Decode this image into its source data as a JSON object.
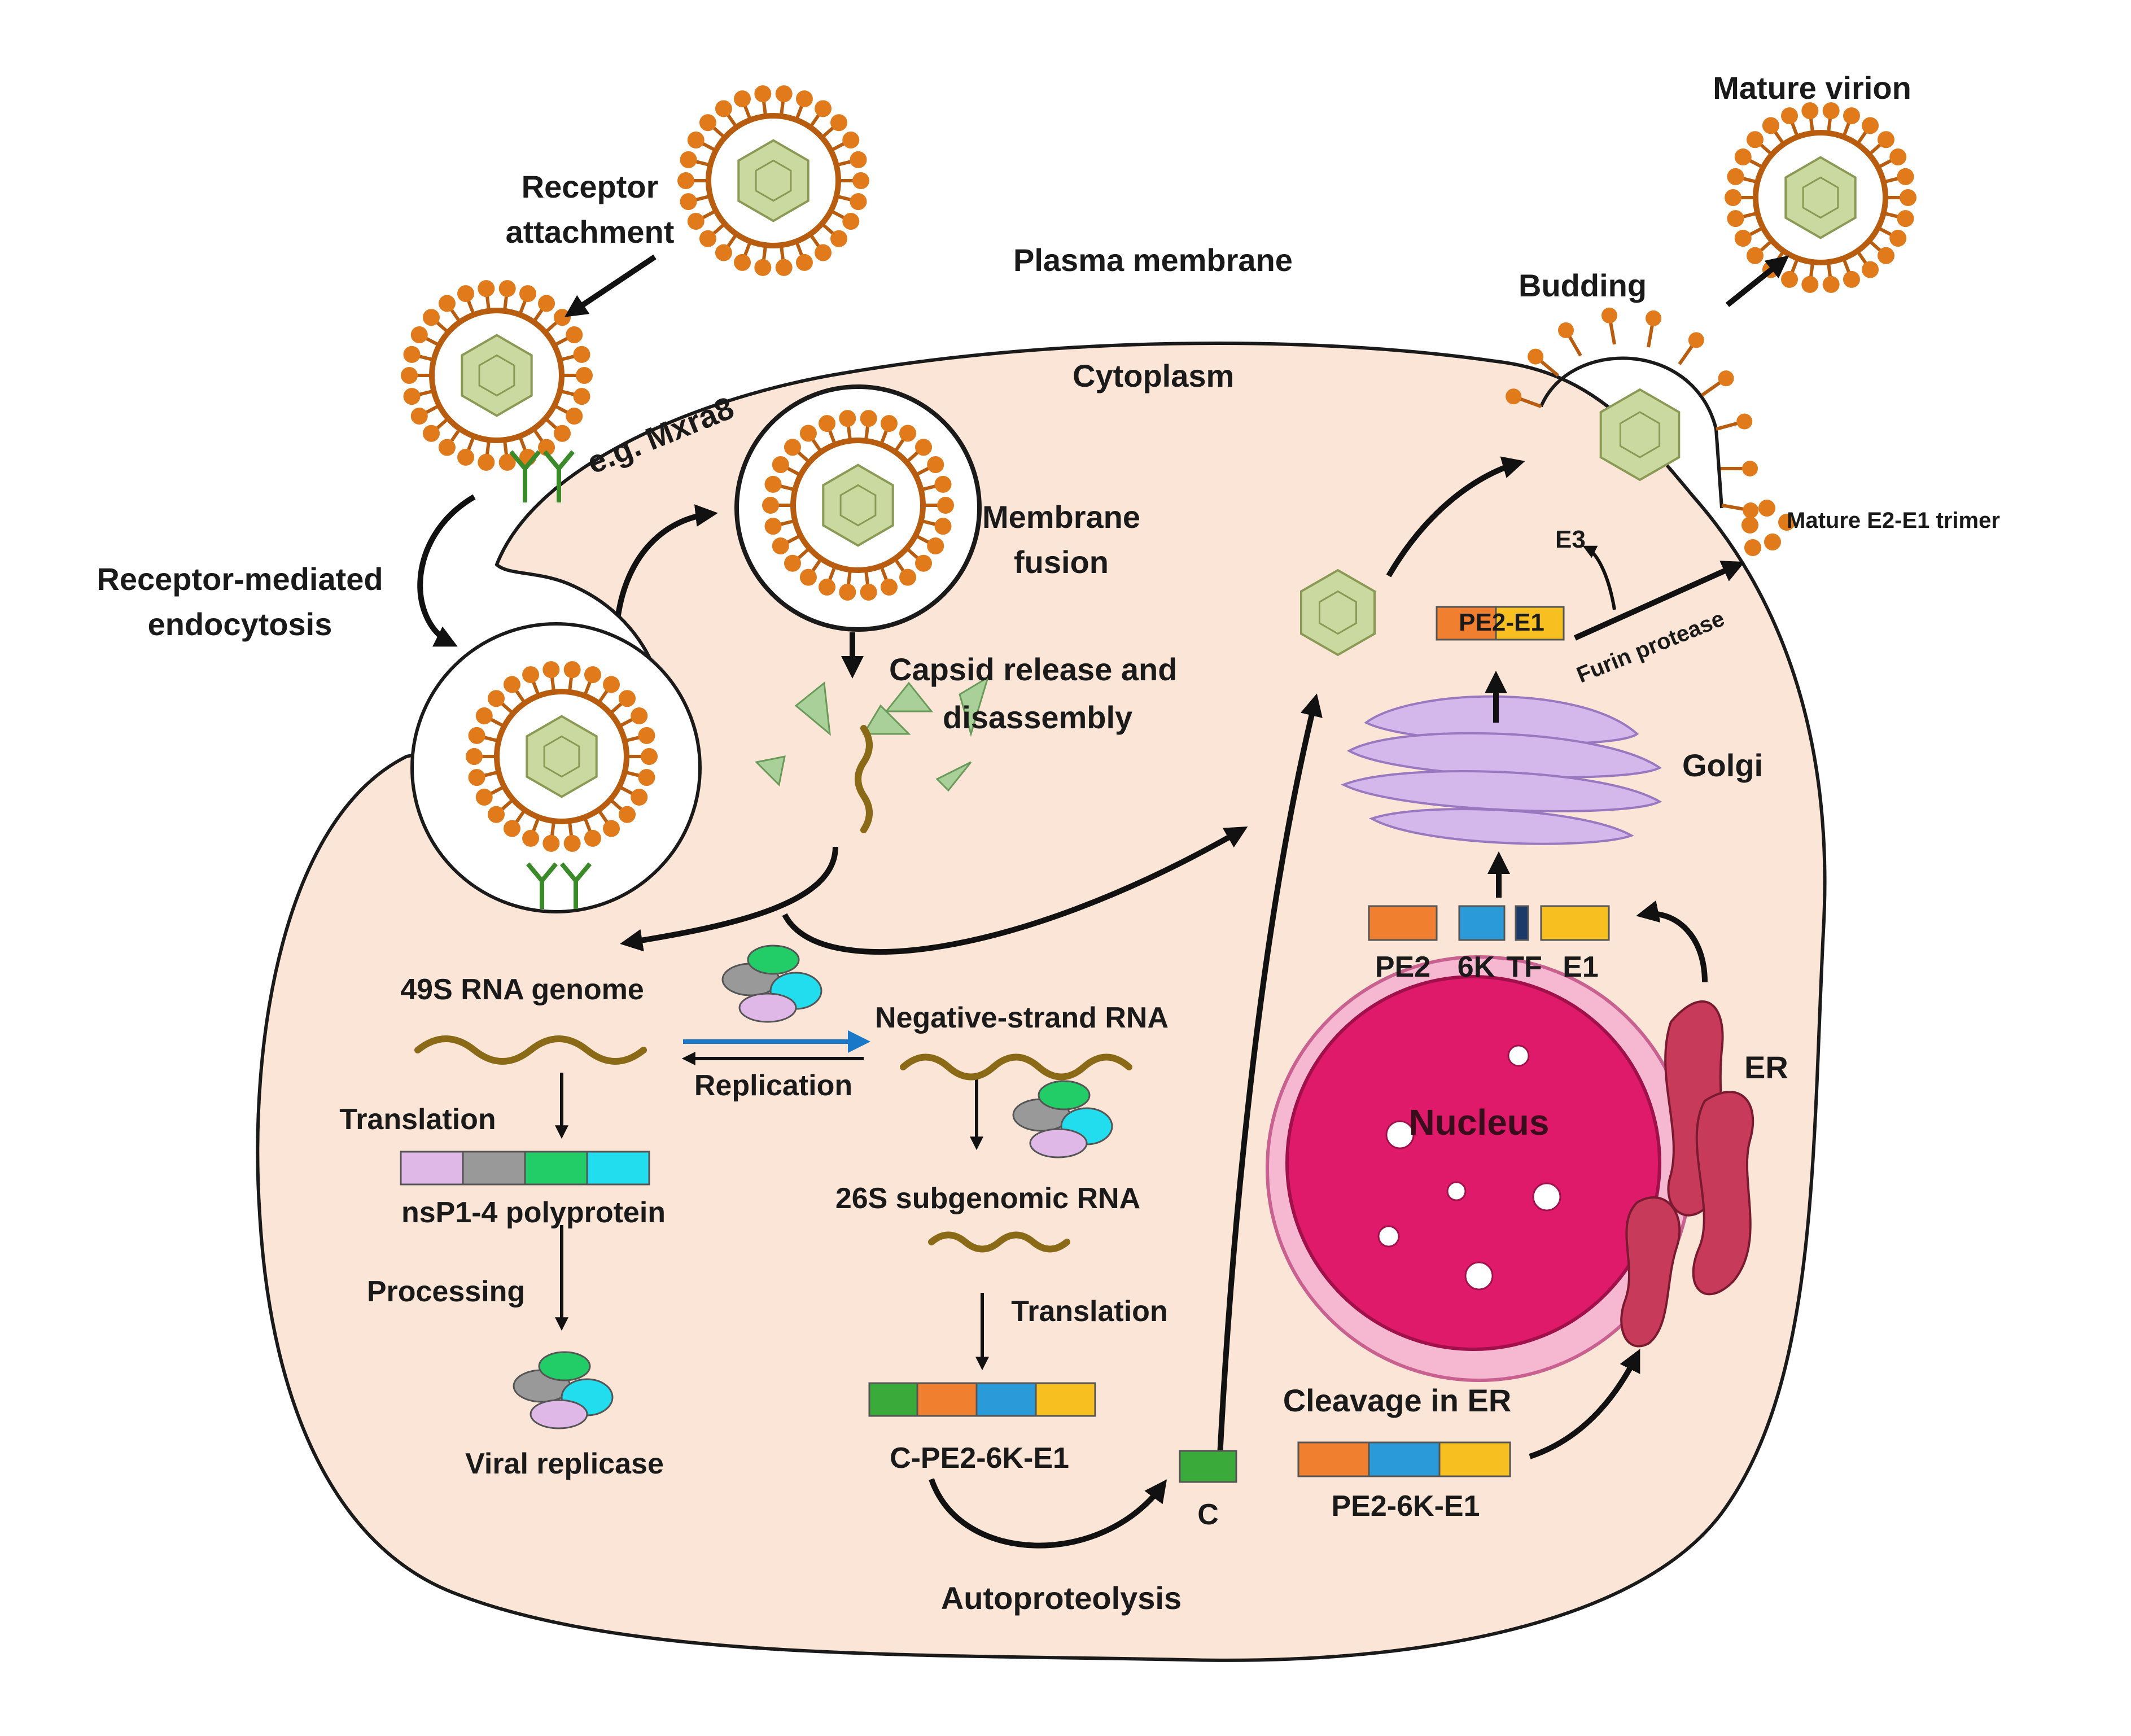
{
  "labels": {
    "receptor_attachment_1": "Receptor",
    "receptor_attachment_2": "attachment",
    "mxra8": "e.g. Mxra8",
    "endocytosis_1": "Receptor-mediated",
    "endocytosis_2": "endocytosis",
    "plasma_membrane": "Plasma membrane",
    "cytoplasm": "Cytoplasm",
    "membrane_fusion_1": "Membrane",
    "membrane_fusion_2": "fusion",
    "capsid_release_1": "Capsid release and",
    "capsid_release_2": "disassembly",
    "budding": "Budding",
    "mature_virion": "Mature virion",
    "e3": "E3",
    "mature_trimer": "Mature  E2-E1 trimer",
    "furin": "Furin protease",
    "pe2_e1": "PE2-E1",
    "golgi": "Golgi",
    "pe2": "PE2",
    "six_k": "6K",
    "tf": "TF",
    "e1": "E1",
    "er": "ER",
    "nucleus": "Nucleus",
    "genome_49s": "49S RNA genome",
    "negative_strand": "Negative-strand RNA",
    "replication": "Replication",
    "translation_1": "Translation",
    "nsp_polyprotein": "nsP1-4 polyprotein",
    "processing": "Processing",
    "viral_replicase": "Viral replicase",
    "subgenomic_26s": "26S subgenomic RNA",
    "translation_2": "Translation",
    "c_pe2_6k_e1": "C-PE2-6K-E1",
    "c": "C",
    "cleavage_er": "Cleavage in ER",
    "pe2_6k_e1": "PE2-6K-E1",
    "autoproteolysis": "Autoproteolysis"
  },
  "colors": {
    "cytoplasm": "#fbe5d6",
    "membrane": "#1a1a1a",
    "virion_spike": "#e07a1a",
    "virion_envelope": "#b85c10",
    "capsid": "#c9d9a0",
    "capsid_edge": "#8a9a55",
    "receptor": "#3a8a2a",
    "rna": "#8a6a16",
    "pe2": "#f08030",
    "six_k": "#2a9ad8",
    "tf": "#1a3a6a",
    "e1": "#f8bf20",
    "c": "#3aaa3a",
    "nsp1": "#e0b8e8",
    "nsp2": "#999999",
    "nsp3": "#22cc66",
    "nsp4": "#22ddee",
    "nucleus": "#e01a6a",
    "nucleus_envelope": "#f0a0c0",
    "er": "#c83a5a",
    "golgi": "#c8a8e0",
    "replication_blue": "#1a78c8"
  }
}
